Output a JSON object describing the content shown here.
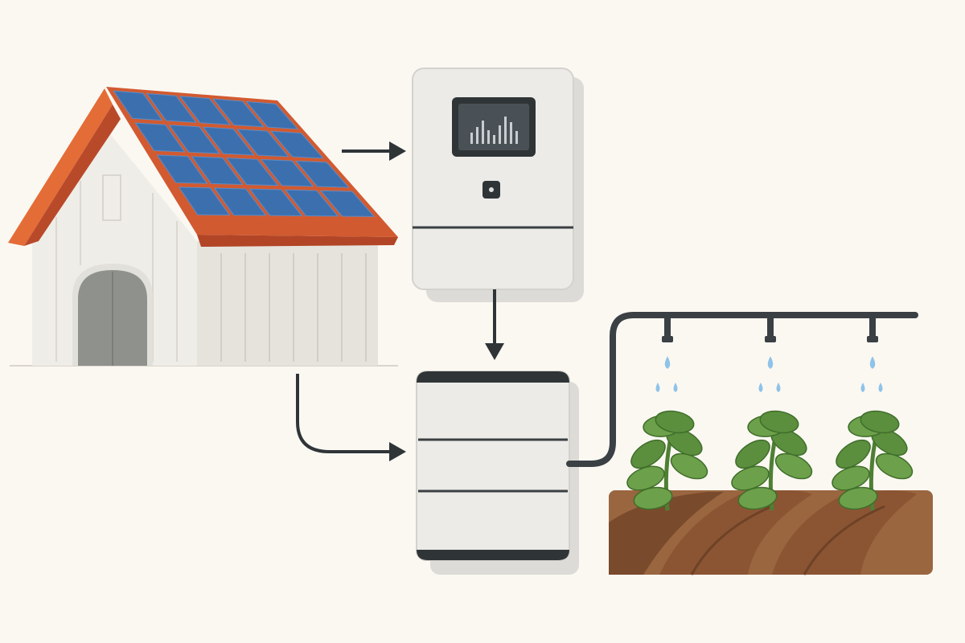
{
  "colors": {
    "background": "#fbf8f2",
    "roof": "#d7582f",
    "panel": "#3c6fae",
    "wall": "#e9e7e2",
    "device": "#ececea",
    "dark": "#2f3437",
    "soil": "#8a5636",
    "leaf": "#5b8f3e",
    "water": "#8fc3e8"
  },
  "icons": [
    "house-with-solar-panels",
    "inverter",
    "battery",
    "drip-irrigation",
    "plants"
  ]
}
